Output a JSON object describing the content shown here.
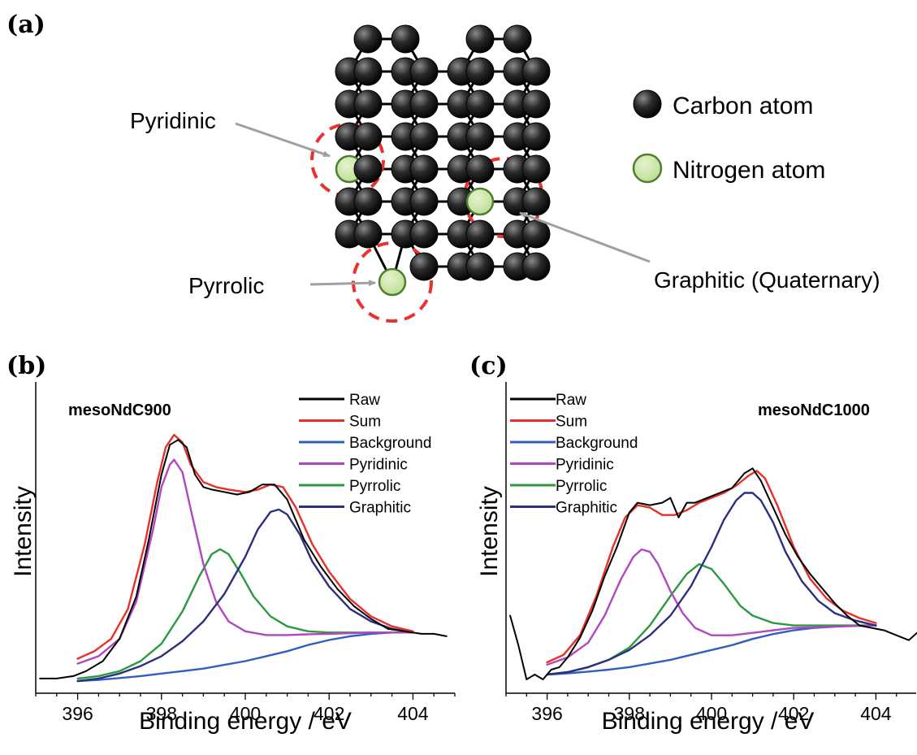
{
  "figure": {
    "panel_labels": [
      "(a)",
      "(b)",
      "(c)"
    ],
    "schematic": {
      "labels": {
        "pyridinic": "Pyridinic",
        "pyrrolic": "Pyrrolic",
        "graphitic": "Graphitic (Quaternary)"
      },
      "legend": [
        {
          "label": "Carbon atom",
          "color": "#222222"
        },
        {
          "label": "Nitrogen atom",
          "color": "#b9dc8c"
        }
      ],
      "colors": {
        "carbon": "#222222",
        "nitrogen": "#b9dc8c",
        "highlight": "#e8322d",
        "arrow": "#a0a0a0"
      }
    }
  },
  "chart_data": [
    {
      "type": "line",
      "panel": "(b)",
      "sample_label": "mesoNdC900",
      "xlabel": "Binding energy / eV",
      "ylabel": "Intensity",
      "xlim": [
        395,
        405
      ],
      "ylim": [
        0,
        1
      ],
      "xticks": [
        396,
        398,
        400,
        402,
        404
      ],
      "legend_position": "top-right",
      "series": [
        {
          "name": "Raw",
          "color": "#000000",
          "x": [
            395.1,
            395.5,
            395.9,
            396.2,
            396.6,
            397.0,
            397.4,
            397.7,
            398.0,
            398.2,
            398.4,
            398.6,
            398.8,
            399.0,
            399.2,
            399.5,
            399.8,
            400.1,
            400.4,
            400.7,
            401.0,
            401.4,
            401.8,
            402.2,
            402.6,
            403.0,
            403.4,
            403.8,
            404.2,
            404.5,
            404.8
          ],
          "y": [
            0.01,
            0.01,
            0.02,
            0.04,
            0.08,
            0.17,
            0.34,
            0.57,
            0.83,
            0.95,
            0.97,
            0.94,
            0.83,
            0.78,
            0.77,
            0.76,
            0.75,
            0.76,
            0.79,
            0.79,
            0.73,
            0.57,
            0.46,
            0.37,
            0.3,
            0.25,
            0.21,
            0.2,
            0.19,
            0.19,
            0.18
          ]
        },
        {
          "name": "Sum",
          "color": "#e8302a",
          "x": [
            396.0,
            396.4,
            396.8,
            397.2,
            397.6,
            397.9,
            398.1,
            398.3,
            398.5,
            398.7,
            399.0,
            399.3,
            399.6,
            400.0,
            400.3,
            400.6,
            400.9,
            401.2,
            401.6,
            402.0,
            402.5,
            403.0,
            403.5,
            404.0
          ],
          "y": [
            0.09,
            0.12,
            0.17,
            0.29,
            0.55,
            0.8,
            0.94,
            0.99,
            0.96,
            0.87,
            0.8,
            0.78,
            0.77,
            0.76,
            0.77,
            0.79,
            0.78,
            0.7,
            0.55,
            0.44,
            0.33,
            0.26,
            0.22,
            0.2
          ]
        },
        {
          "name": "Background",
          "color": "#2f5fc4",
          "x": [
            396.0,
            396.5,
            397.0,
            397.5,
            398.0,
            398.5,
            399.0,
            399.5,
            400.0,
            400.5,
            401.0,
            401.5,
            402.0,
            402.5,
            403.0,
            403.5,
            404.0
          ],
          "y": [
            0.0,
            0.005,
            0.012,
            0.02,
            0.03,
            0.04,
            0.05,
            0.065,
            0.08,
            0.1,
            0.12,
            0.145,
            0.165,
            0.18,
            0.19,
            0.195,
            0.195
          ]
        },
        {
          "name": "Pyridinic",
          "color": "#b146c2",
          "x": [
            396.0,
            396.5,
            397.0,
            397.4,
            397.8,
            398.0,
            398.2,
            398.3,
            398.5,
            398.7,
            399.0,
            399.3,
            399.6,
            400.0,
            400.5,
            401.0,
            401.5,
            402.0,
            403.0,
            404.0
          ],
          "y": [
            0.07,
            0.1,
            0.17,
            0.32,
            0.61,
            0.78,
            0.87,
            0.89,
            0.84,
            0.69,
            0.47,
            0.32,
            0.24,
            0.2,
            0.185,
            0.185,
            0.188,
            0.19,
            0.195,
            0.195
          ]
        },
        {
          "name": "Pyrrolic",
          "color": "#2a9a3c",
          "x": [
            396.0,
            396.5,
            397.0,
            397.5,
            398.0,
            398.5,
            398.9,
            399.2,
            399.4,
            399.6,
            399.9,
            400.2,
            400.6,
            401.0,
            401.5,
            402.0,
            402.5,
            403.0,
            403.5,
            404.0
          ],
          "y": [
            0.01,
            0.02,
            0.04,
            0.08,
            0.15,
            0.28,
            0.42,
            0.51,
            0.53,
            0.51,
            0.43,
            0.34,
            0.26,
            0.22,
            0.2,
            0.195,
            0.195,
            0.195,
            0.195,
            0.195
          ]
        },
        {
          "name": "Graphitic",
          "color": "#2b2f80",
          "x": [
            396.0,
            396.5,
            397.0,
            397.5,
            398.0,
            398.5,
            399.0,
            399.5,
            400.0,
            400.3,
            400.6,
            400.8,
            401.0,
            401.3,
            401.6,
            402.0,
            402.5,
            403.0,
            403.5,
            404.0
          ],
          "y": [
            0.0,
            0.01,
            0.03,
            0.06,
            0.1,
            0.16,
            0.24,
            0.35,
            0.5,
            0.61,
            0.68,
            0.69,
            0.67,
            0.59,
            0.48,
            0.38,
            0.29,
            0.24,
            0.21,
            0.195
          ]
        }
      ]
    },
    {
      "type": "line",
      "panel": "(c)",
      "sample_label": "mesoNdC1000",
      "xlabel": "Binding energy / eV",
      "ylabel": "Intensity",
      "xlim": [
        395,
        405
      ],
      "ylim": [
        0,
        1
      ],
      "xticks": [
        396,
        398,
        400,
        402,
        404
      ],
      "legend_position": "top-left",
      "series": [
        {
          "name": "Raw",
          "color": "#000000",
          "x": [
            395.1,
            395.3,
            395.5,
            395.7,
            395.9,
            396.1,
            396.3,
            396.5,
            396.8,
            397.1,
            397.4,
            397.7,
            398.0,
            398.2,
            398.5,
            398.8,
            399.0,
            399.2,
            399.4,
            399.6,
            399.9,
            400.2,
            400.5,
            400.8,
            401.0,
            401.2,
            401.5,
            401.8,
            402.1,
            402.4,
            402.7,
            403.0,
            403.3,
            403.6,
            403.9,
            404.2,
            404.5,
            404.8,
            405.0
          ],
          "y": [
            0.24,
            0.12,
            -0.02,
            0.0,
            -0.02,
            0.02,
            0.03,
            0.07,
            0.15,
            0.26,
            0.4,
            0.52,
            0.66,
            0.7,
            0.69,
            0.7,
            0.72,
            0.64,
            0.7,
            0.7,
            0.72,
            0.74,
            0.76,
            0.82,
            0.84,
            0.79,
            0.68,
            0.57,
            0.48,
            0.41,
            0.35,
            0.29,
            0.24,
            0.2,
            0.19,
            0.18,
            0.16,
            0.14,
            0.17
          ]
        },
        {
          "name": "Sum",
          "color": "#e8302a",
          "x": [
            396.0,
            396.4,
            396.8,
            397.2,
            397.6,
            397.9,
            398.2,
            398.5,
            398.8,
            399.1,
            399.4,
            399.7,
            400.0,
            400.3,
            400.6,
            400.9,
            401.1,
            401.3,
            401.6,
            402.0,
            402.4,
            402.8,
            403.2,
            403.6,
            404.0
          ],
          "y": [
            0.05,
            0.08,
            0.16,
            0.32,
            0.52,
            0.64,
            0.69,
            0.68,
            0.65,
            0.65,
            0.67,
            0.7,
            0.72,
            0.74,
            0.77,
            0.81,
            0.83,
            0.8,
            0.69,
            0.52,
            0.39,
            0.31,
            0.26,
            0.23,
            0.21
          ]
        },
        {
          "name": "Background",
          "color": "#2f5fc4",
          "x": [
            396.0,
            396.5,
            397.0,
            397.5,
            398.0,
            398.5,
            399.0,
            399.5,
            400.0,
            400.5,
            401.0,
            401.5,
            402.0,
            402.5,
            403.0,
            403.5,
            404.0
          ],
          "y": [
            0.0,
            0.005,
            0.012,
            0.02,
            0.03,
            0.045,
            0.06,
            0.08,
            0.1,
            0.12,
            0.145,
            0.165,
            0.18,
            0.19,
            0.195,
            0.2,
            0.2
          ]
        },
        {
          "name": "Pyridinic",
          "color": "#b146c2",
          "x": [
            396.0,
            396.5,
            397.0,
            397.4,
            397.8,
            398.1,
            398.3,
            398.5,
            398.7,
            399.0,
            399.3,
            399.6,
            400.0,
            400.5,
            401.0,
            401.5,
            402.0,
            403.0,
            404.0
          ],
          "y": [
            0.04,
            0.07,
            0.13,
            0.24,
            0.39,
            0.48,
            0.51,
            0.5,
            0.45,
            0.34,
            0.25,
            0.19,
            0.16,
            0.16,
            0.17,
            0.18,
            0.19,
            0.195,
            0.2
          ]
        },
        {
          "name": "Pyrrolic",
          "color": "#2a9a3c",
          "x": [
            396.0,
            396.5,
            397.0,
            397.5,
            398.0,
            398.5,
            399.0,
            399.4,
            399.7,
            400.0,
            400.3,
            400.7,
            401.0,
            401.5,
            402.0,
            402.5,
            403.0,
            403.5,
            404.0
          ],
          "y": [
            0.0,
            0.01,
            0.03,
            0.06,
            0.11,
            0.2,
            0.32,
            0.41,
            0.45,
            0.43,
            0.37,
            0.28,
            0.24,
            0.21,
            0.2,
            0.2,
            0.2,
            0.2,
            0.2
          ]
        },
        {
          "name": "Graphitic",
          "color": "#2b2f80",
          "x": [
            396.0,
            396.5,
            397.0,
            397.5,
            398.0,
            398.5,
            399.0,
            399.5,
            400.0,
            400.3,
            400.6,
            400.8,
            401.0,
            401.2,
            401.5,
            401.8,
            402.2,
            402.6,
            403.0,
            403.5,
            404.0
          ],
          "y": [
            0.0,
            0.01,
            0.03,
            0.06,
            0.1,
            0.16,
            0.24,
            0.36,
            0.52,
            0.63,
            0.71,
            0.74,
            0.74,
            0.71,
            0.62,
            0.5,
            0.38,
            0.3,
            0.25,
            0.22,
            0.2
          ]
        }
      ]
    }
  ]
}
